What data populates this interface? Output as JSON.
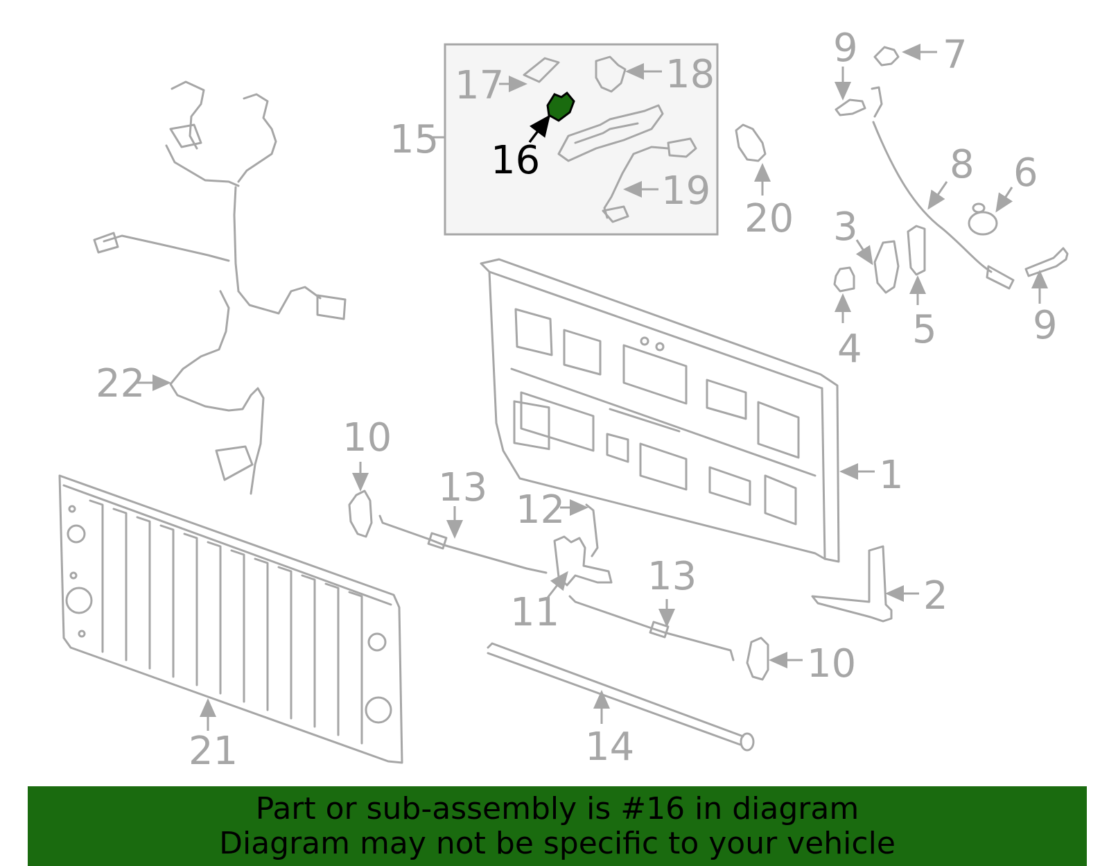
{
  "diagram": {
    "highlight_color": "#1a6b0f",
    "line_color": "#a6a6a6",
    "highlighted_callout": "16",
    "callouts": {
      "c1": "1",
      "c2": "2",
      "c3": "3",
      "c4": "4",
      "c5": "5",
      "c6": "6",
      "c7": "7",
      "c8": "8",
      "c9a": "9",
      "c9b": "9",
      "c10a": "10",
      "c10b": "10",
      "c11": "11",
      "c12": "12",
      "c13a": "13",
      "c13b": "13",
      "c14": "14",
      "c15": "15",
      "c16": "16",
      "c17": "17",
      "c18": "18",
      "c19": "19",
      "c20": "20",
      "c21": "21",
      "c22": "22"
    }
  },
  "banner": {
    "line1": "Part or sub-assembly is #16 in diagram",
    "line2": "Diagram may not be specific to your vehicle",
    "background": "#1a6b0f"
  }
}
